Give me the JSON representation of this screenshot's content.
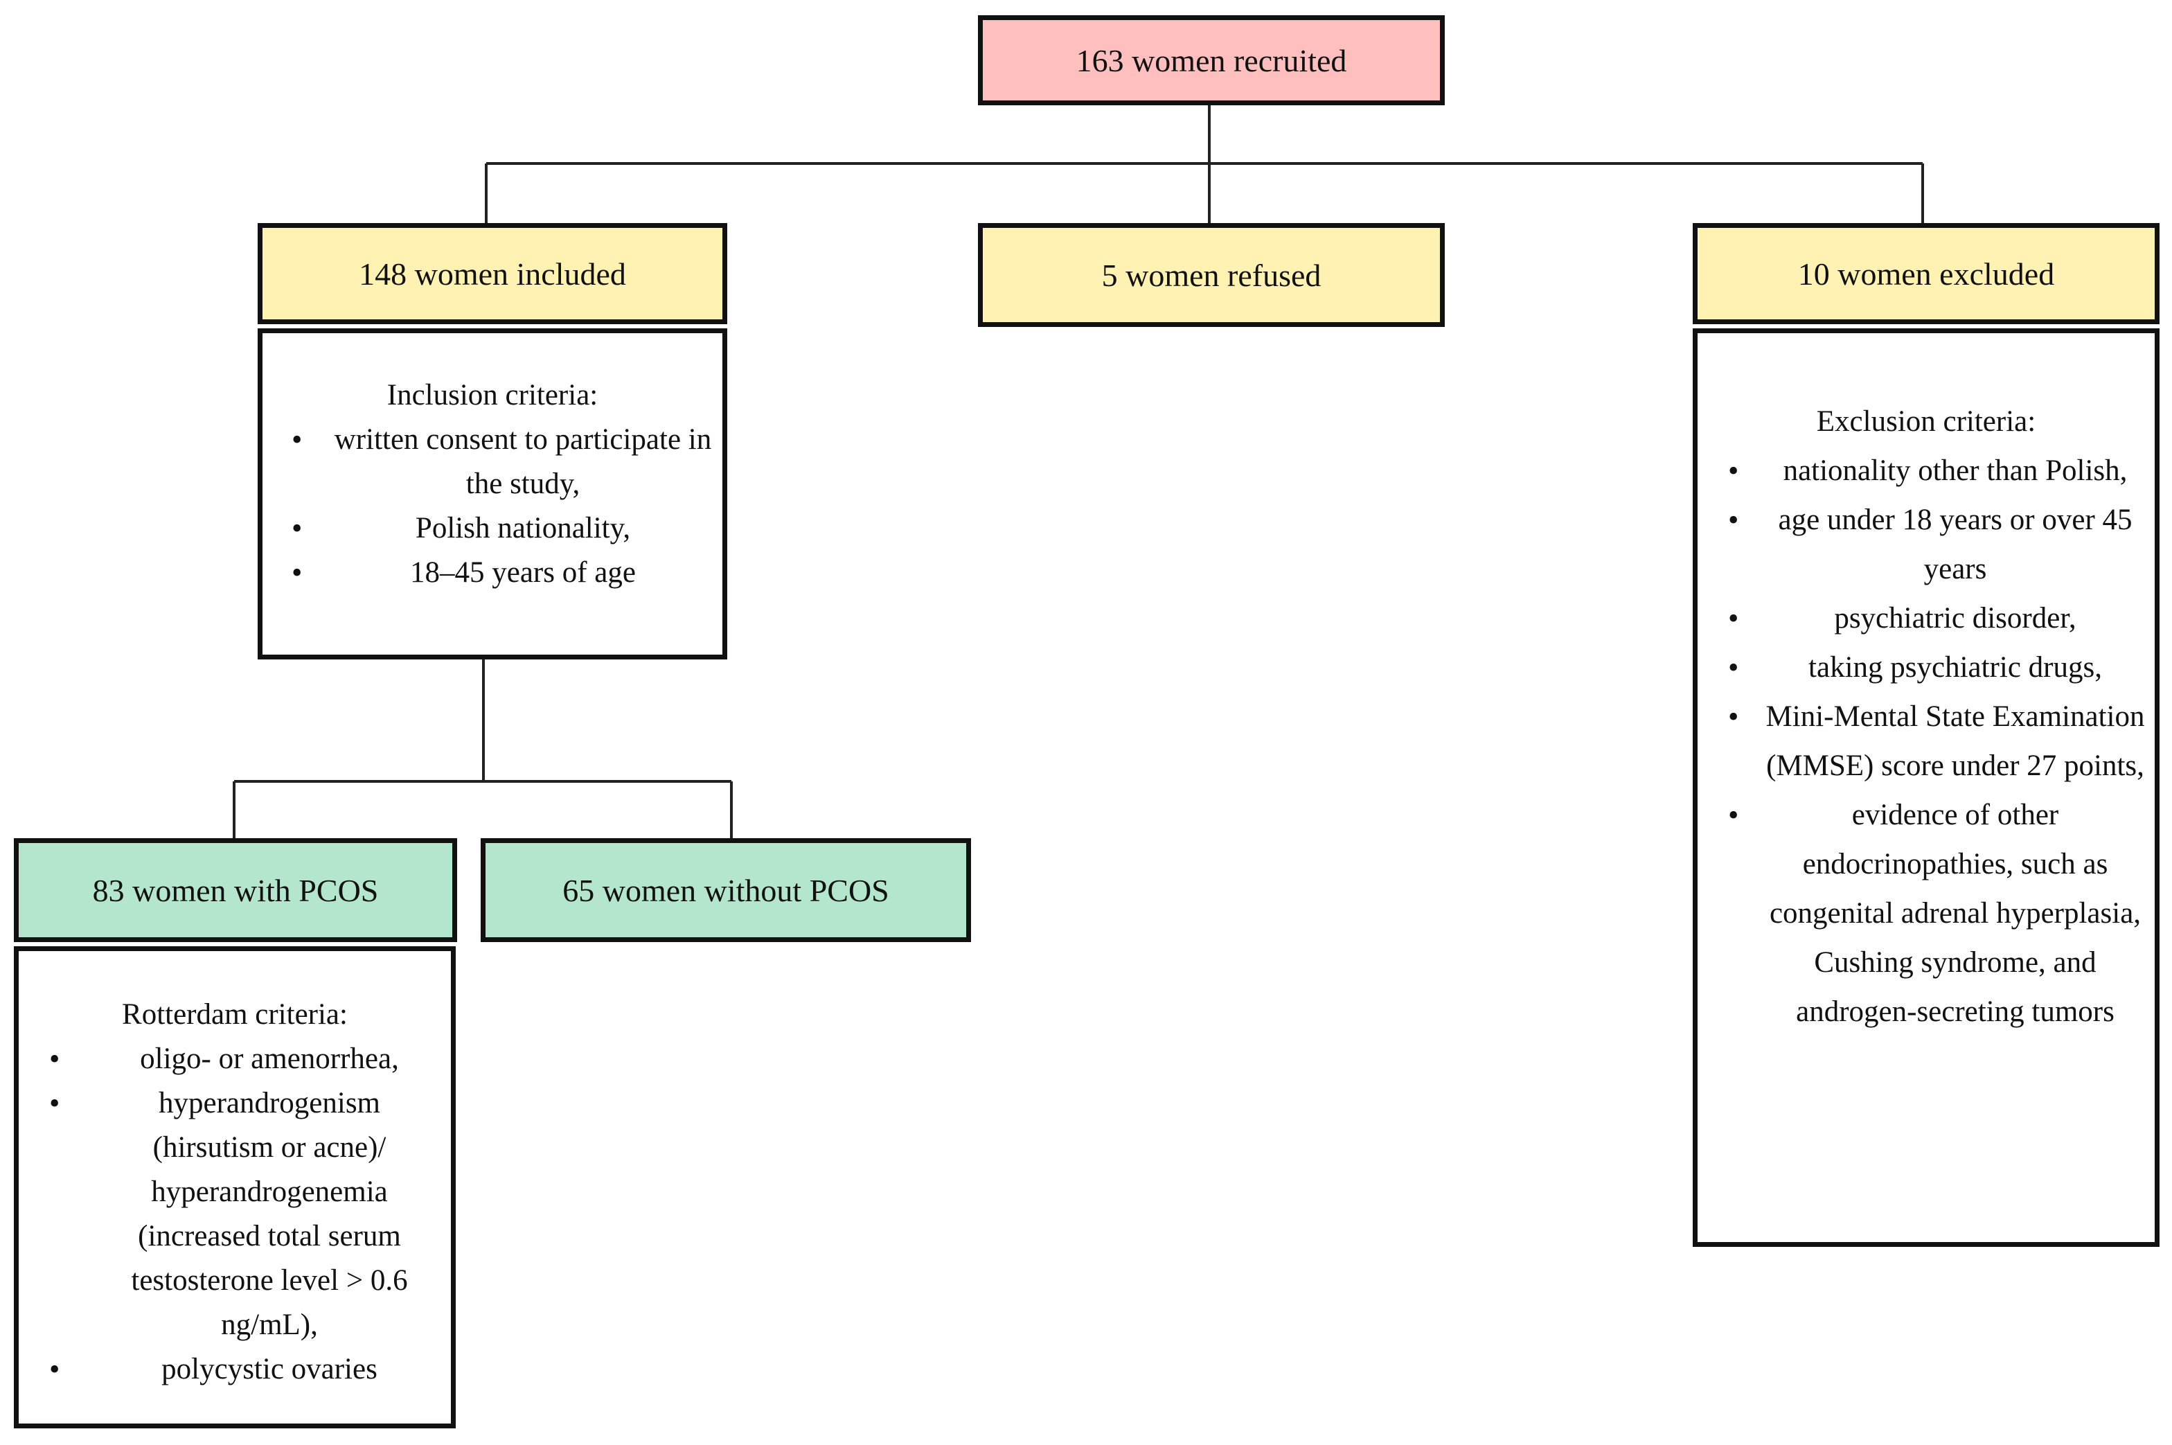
{
  "colors": {
    "recruited_fill": "#ffbfbf",
    "stage_fill": "#fff2b3",
    "group_fill": "#b3e6cc",
    "border": "#111111",
    "line": "#222222"
  },
  "recruited": {
    "label": "163 women recruited"
  },
  "included": {
    "label": "148 women included",
    "criteria_title": "Inclusion criteria:",
    "criteria": [
      "written consent to participate in the study,",
      "Polish nationality,",
      "18–45 years of age"
    ]
  },
  "refused": {
    "label": "5 women refused"
  },
  "excluded": {
    "label": "10 women excluded",
    "criteria_title": "Exclusion criteria:",
    "criteria": [
      "nationality other than Polish,",
      "age under 18 years or over 45 years",
      "psychiatric disorder,",
      "taking psychiatric drugs,",
      "Mini-Mental State Examination (MMSE) score under 27 points,",
      "evidence of other endocrinopathies, such as congenital adrenal hyperplasia, Cushing syndrome, and androgen-secreting tumors"
    ]
  },
  "pcos": {
    "label": "83 women with PCOS",
    "criteria_title": "Rotterdam criteria:",
    "criteria": [
      "oligo- or amenorrhea,",
      "hyperandrogenism (hirsutism or acne)/ hyperandrogenemia (increased total serum testosterone level > 0.6 ng/mL),",
      "polycystic ovaries"
    ]
  },
  "no_pcos": {
    "label": "65 women without PCOS"
  }
}
